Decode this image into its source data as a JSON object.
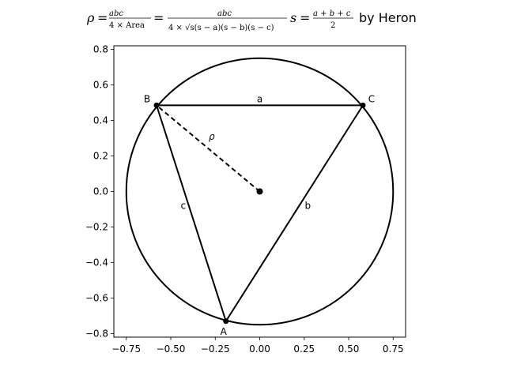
{
  "chart_data": {
    "type": "scatter",
    "title": {
      "rho": "ρ",
      "eq1": "=",
      "frac1_num": "abc",
      "frac1_den": "4 × Area",
      "eq2": "=",
      "frac2_num": "abc",
      "frac2_den": "4 × √s(s − a)(s − b)(s − c)",
      "s_label": "s",
      "eq3": "=",
      "frac3_num": "a + b + c",
      "frac3_den": "2",
      "suffix": "by Heron"
    },
    "xlim": [
      -0.82,
      0.82
    ],
    "ylim": [
      -0.82,
      0.82
    ],
    "x_ticks": [
      -0.75,
      -0.5,
      -0.25,
      0.0,
      0.25,
      0.5,
      0.75
    ],
    "x_tick_labels": [
      "−0.75",
      "−0.50",
      "−0.25",
      "0.00",
      "0.25",
      "0.50",
      "0.75"
    ],
    "y_ticks": [
      -0.8,
      -0.6,
      -0.4,
      -0.2,
      0.0,
      0.2,
      0.4,
      0.6,
      0.8
    ],
    "y_tick_labels": [
      "−0.8",
      "−0.6",
      "−0.4",
      "−0.2",
      "0.0",
      "0.2",
      "0.4",
      "0.6",
      "0.8"
    ],
    "circle": {
      "center": [
        0.0,
        0.0
      ],
      "radius": 0.75
    },
    "points": [
      {
        "name": "A",
        "x": -0.19,
        "y": -0.73
      },
      {
        "name": "B",
        "x": -0.58,
        "y": 0.485
      },
      {
        "name": "C",
        "x": 0.58,
        "y": 0.485
      }
    ],
    "center_point": {
      "x": 0.0,
      "y": 0.0
    },
    "side_labels": [
      {
        "text": "a",
        "x": 0.0,
        "y": 0.52
      },
      {
        "text": "b",
        "x": 0.27,
        "y": -0.08
      },
      {
        "text": "c",
        "x": -0.43,
        "y": -0.08
      }
    ],
    "radius_label": {
      "text": "ρ",
      "x": -0.27,
      "y": 0.31
    },
    "line_color": "#000000"
  }
}
